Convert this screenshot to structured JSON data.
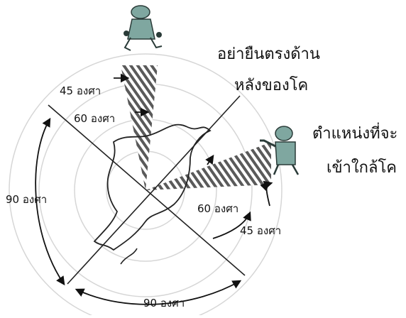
{
  "labels": {
    "do_not_stand": [
      "อย่ายืนตรงด้าน",
      "หลังของโค"
    ],
    "approach": [
      "ตำแหน่งที่จะ",
      "เข้าใกล้โค"
    ],
    "a45_top": "45 องศา",
    "a60_top": "60 องศา",
    "a90_left": "90 องศา",
    "a60_right": "60 องศา",
    "a45_right": "45 องศา",
    "a90_bottom": "90 องศา"
  },
  "colors": {
    "line": "#222222",
    "ring": "#cfcfcf",
    "hatch": "#555555",
    "person_fill": "#7fa7a0",
    "person_dark": "#2a3b38"
  },
  "icons": [
    "person-running-icon",
    "person-pointing-icon",
    "cow-outline-icon"
  ]
}
